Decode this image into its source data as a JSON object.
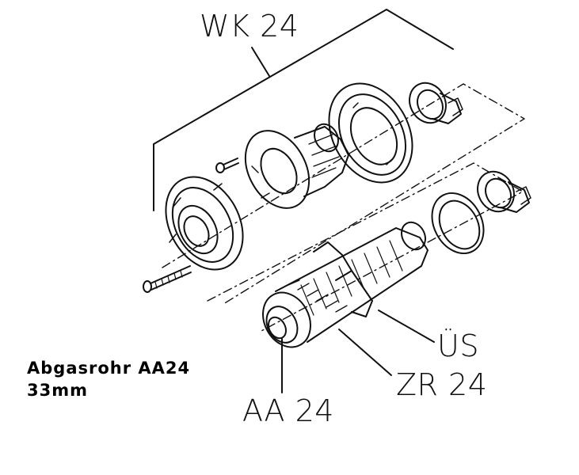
{
  "labels": {
    "wk": "WK 24",
    "us": "ÜS",
    "zr": "ZR 24",
    "aa": "AA 24"
  },
  "caption": {
    "line1": "Abgasrohr AA24",
    "line2": "33mm"
  },
  "colors": {
    "ink": "#111111",
    "background": "#ffffff"
  }
}
